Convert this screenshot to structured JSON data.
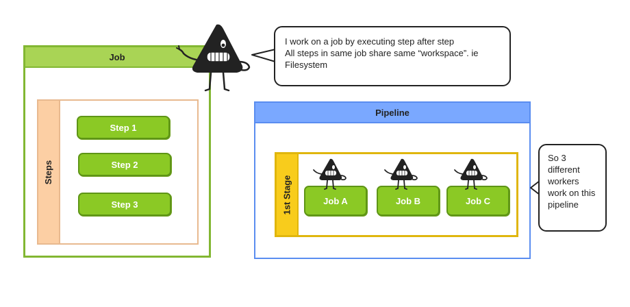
{
  "job": {
    "title": "Job",
    "steps_label": "Steps",
    "steps": [
      "Step 1",
      "Step 2",
      "Step 3"
    ]
  },
  "bubble1": {
    "lines": [
      "I work on a job by executing step after step",
      "All steps in same job share same “workspace”. ie",
      "Filesystem"
    ]
  },
  "pipeline": {
    "title": "Pipeline",
    "stage_label": "1st Stage",
    "jobs": [
      "Job A",
      "Job B",
      "Job C"
    ]
  },
  "bubble2": {
    "lines": [
      "So 3",
      "different",
      "workers",
      "work on this",
      "pipeline"
    ]
  },
  "colors": {
    "job_border": "#82b732",
    "job_header": "#a9d455",
    "step_fill": "#8bc925",
    "steps_band": "#fccfa4",
    "pipeline_border": "#5a8df0",
    "pipeline_header": "#7aa8ff",
    "stage_band": "#f8cc1c"
  }
}
